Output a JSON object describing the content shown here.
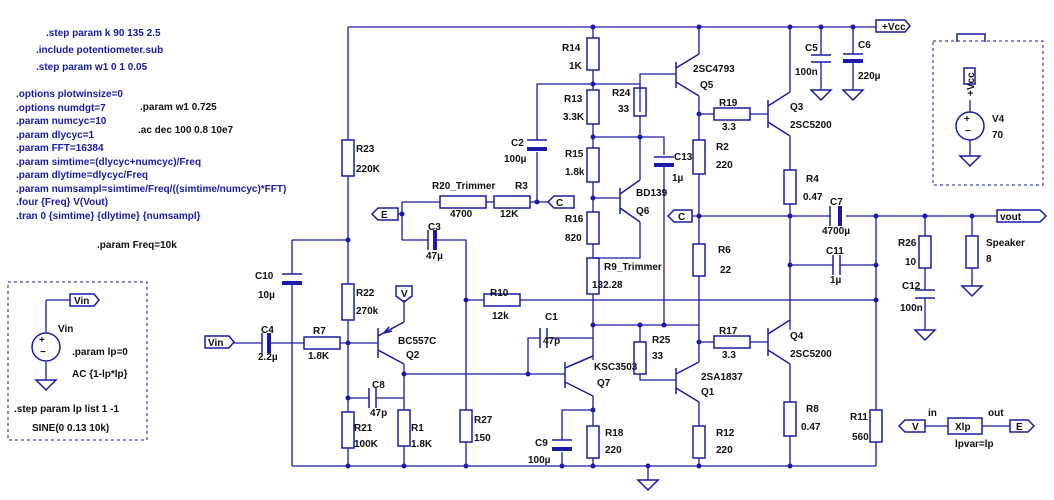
{
  "directives": [
    ".step param k 90 135 2.5",
    ".include potentiometer.sub",
    ".step param w1 0 1 0.05",
    ".options plotwinsize=0",
    ".options numdgt=7",
    ".param numcyc=10",
    ".param dlycyc=1",
    ".param FFT=16384",
    ".param simtime=(dlycyc+numcyc)/Freq",
    ".param dlytime=dlycyc/Freq",
    ".param numsampl=simtime/Freq/((simtime/numcyc)*FFT)",
    ".four {Freq} V(Vout)",
    ".tran 0 {simtime} {dlytime} {numsampl}",
    ".param w1 0.725",
    ".ac dec 100 0.8 10e7",
    ".param Freq=10k"
  ],
  "components": {
    "R14": {
      "name": "R14",
      "value": "1K"
    },
    "R13": {
      "name": "R13",
      "value": "3.3K"
    },
    "R15": {
      "name": "R15",
      "value": "1.8k"
    },
    "R16": {
      "name": "R16",
      "value": "820"
    },
    "R9": {
      "name": "R9_Trimmer",
      "value": "132.28"
    },
    "R24": {
      "name": "R24",
      "value": "33"
    },
    "R25": {
      "name": "R25",
      "value": "33"
    },
    "R19": {
      "name": "R19",
      "value": "3.3"
    },
    "R17": {
      "name": "R17",
      "value": "3.3"
    },
    "R2": {
      "name": "R2",
      "value": "220"
    },
    "R6": {
      "name": "R6",
      "value": "22"
    },
    "R12": {
      "name": "R12",
      "value": "220"
    },
    "R4": {
      "name": "R4",
      "value": "0.47"
    },
    "R8": {
      "name": "R8",
      "value": "0.47"
    },
    "R23": {
      "name": "R23",
      "value": "220K"
    },
    "R22": {
      "name": "R22",
      "value": "270k"
    },
    "R21": {
      "name": "R21",
      "value": "100K"
    },
    "R1": {
      "name": "R1",
      "value": "1.8K"
    },
    "R7": {
      "name": "R7",
      "value": "1.8K"
    },
    "R20": {
      "name": "R20_Trimmer",
      "value": "4700"
    },
    "R3": {
      "name": "R3",
      "value": "12K"
    },
    "R10": {
      "name": "R10",
      "value": "12k"
    },
    "R27": {
      "name": "R27",
      "value": "150"
    },
    "R18": {
      "name": "R18",
      "value": "220"
    },
    "R11": {
      "name": "R11",
      "value": "560"
    },
    "R26": {
      "name": "R26",
      "value": "10"
    },
    "Speaker": {
      "name": "Speaker",
      "value": "8"
    },
    "C5": {
      "name": "C5",
      "value": "100n"
    },
    "C6": {
      "name": "C6",
      "value": "220µ"
    },
    "C2": {
      "name": "C2",
      "value": "100µ"
    },
    "C13": {
      "name": "C13",
      "value": "1µ"
    },
    "C3": {
      "name": "C3",
      "value": "47µ"
    },
    "C10": {
      "name": "C10",
      "value": "10µ"
    },
    "C4": {
      "name": "C4",
      "value": "2.2µ"
    },
    "C8": {
      "name": "C8",
      "value": "47p"
    },
    "C1": {
      "name": "C1",
      "value": "47p"
    },
    "C9": {
      "name": "C9",
      "value": "100µ"
    },
    "C7": {
      "name": "C7",
      "value": "4700µ"
    },
    "C11": {
      "name": "C11",
      "value": "1µ"
    },
    "C12": {
      "name": "C12",
      "value": "100n"
    },
    "Q5": {
      "name": "Q5",
      "model": "2SC4793"
    },
    "Q3": {
      "name": "Q3",
      "model": "2SC5200"
    },
    "Q4": {
      "name": "Q4",
      "model": "2SC5200"
    },
    "Q6": {
      "name": "Q6",
      "model": "BD139"
    },
    "Q7": {
      "name": "Q7",
      "model": "KSC3503"
    },
    "Q1": {
      "name": "Q1",
      "model": "2SA1837"
    },
    "Q2": {
      "name": "Q2",
      "model": "BC557C"
    },
    "V4": {
      "name": "V4",
      "value": "70"
    },
    "Vin": {
      "name": "Vin"
    },
    "Xlp": {
      "name": "Xlp",
      "param": "lpvar=lp"
    }
  },
  "nets": {
    "vcc": "+Vcc",
    "vout": "vout",
    "vin": "Vin",
    "e": "E",
    "c": "C",
    "v": "V"
  },
  "source_box": {
    "net": "Vin",
    "name": "Vin",
    "param": ".param lp=0",
    "ac": "AC {1-lp*lp}",
    "step": ".step param lp list 1 -1",
    "sine": "SINE(0 0.13 10k)"
  },
  "xlp_pins": {
    "in": "in",
    "out": "out"
  },
  "colors": {
    "wire": "#1a1aa6",
    "text": "#101010",
    "background": "#ffffff"
  }
}
